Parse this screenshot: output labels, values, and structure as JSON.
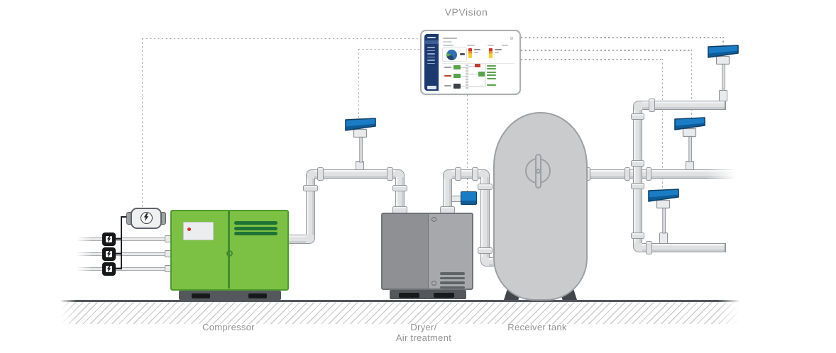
{
  "page": {
    "title": "VPVision"
  },
  "labels": {
    "vpvision": "VPVision",
    "compressor": "Compressor",
    "dryer_line1": "Dryer/",
    "dryer_line2": "Air treatment",
    "receiver_tank": "Receiver tank"
  },
  "icons": {
    "power_meter": "lightning-bolt-icon",
    "current_clamp": "lightning-bolt-icon",
    "flow_sensor": "wedge-probe-sensor-icon",
    "manhole": "manhole-cover-icon"
  },
  "colors": {
    "compressor_green": "#7cc143",
    "compressor_green_border": "#4f9a2f",
    "compressor_divider": "#3f8c2f",
    "vent_green": "#1e7435",
    "dryer_left": "#8e9093",
    "dryer_right": "#a6a8ab",
    "dryer_border": "#707376",
    "vent_dark": "#5f6366",
    "machine_base": "#54585c",
    "base_pad": "#17191b",
    "tank_fill": "#c9cbcd",
    "tank_stroke": "#9da0a3",
    "tank_leg": "#42474d",
    "pipe_fill": "#dfe1e3",
    "pipe_stroke": "#95989b",
    "fitting_fill": "#e9eaeb",
    "fitting_stroke": "#8f9295",
    "sensor_blue": "#1a7cc4",
    "sensor_blue_dark": "#0f3f66",
    "sensor_blue_shade": "#0d5c99",
    "wire_black": "#1f2224",
    "clamp_black": "#151719",
    "dash_gray": "#a8aaac",
    "label_gray": "#909294",
    "ground_line": "#53575b",
    "hatch_gray": "#c9cbcd",
    "screen_frame": "#aaadb0",
    "sidebar_navy": "#1d3a70",
    "sidebar_highlight": "#3e5e99",
    "sidebar_item": "#93a6c9",
    "kpi_blue": "#2f6fb3",
    "kpi_navy": "#27476b",
    "kpi_green": "#56a447",
    "kpi_red": "#c23b2e",
    "gauge_red": "#d23327",
    "gauge_orange": "#ef8d1e",
    "gauge_yellow": "#f5d12e",
    "meter_body": "#eff0f0",
    "meter_cap": "#9ea1a4",
    "meter_stroke": "#5f6367"
  }
}
